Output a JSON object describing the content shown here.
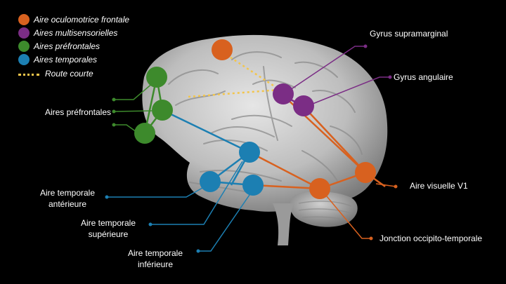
{
  "legend": [
    {
      "label": "Aire oculomotrice frontale",
      "color": "#d8611f",
      "kind": "dot"
    },
    {
      "label": "Aires multisensorielles",
      "color": "#7b2d85",
      "kind": "dot"
    },
    {
      "label": "Aires préfrontales",
      "color": "#3d8a2c",
      "kind": "dot"
    },
    {
      "label": "Aires temporales",
      "color": "#1c7fb2",
      "kind": "dot"
    },
    {
      "label": "Route courte",
      "color": "#f3c54a",
      "kind": "dashed-line"
    }
  ],
  "labels": {
    "gyrus_supramarginal": "Gyrus supramarginal",
    "gyrus_angulaire": "Gyrus angulaire",
    "aires_prefrontales": "Aires préfrontales",
    "aire_visuelle_v1": "Aire visuelle V1",
    "aire_temporale_anterieure_1": "Aire temporale",
    "aire_temporale_anterieure_2": "antérieure",
    "aire_temporale_superieure_1": "Aire temporale",
    "aire_temporale_superieure_2": "supérieure",
    "aire_temporale_inferieure_1": "Aire temporale",
    "aire_temporale_inferieure_2": "inférieure",
    "jonction_occipito_temporale": "Jonction occipito-temporale"
  },
  "colors": {
    "orange": "#d8611f",
    "purple": "#7b2d85",
    "green": "#3d8a2c",
    "blue": "#1c7fb2",
    "yellow": "#f3c54a",
    "background": "#000000",
    "brain": "#c9c9c9"
  }
}
